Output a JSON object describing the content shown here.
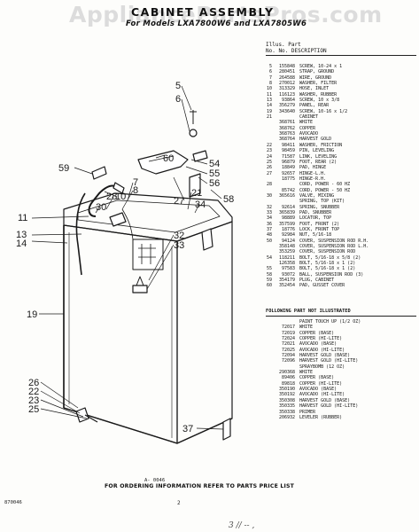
{
  "watermark": "AppliancePartsPros.com",
  "title": "CABINET ASSEMBLY",
  "subtitle": "For Models LXA7800W6 and LXA7805W6",
  "parts_header": {
    "line1": "Illus.  Part",
    "line2": "No.     No.     DESCRIPTION"
  },
  "parts": [
    {
      "illus": "5",
      "part": "155848",
      "desc": "SCREW, 10-24 x 1"
    },
    {
      "illus": "6",
      "part": "280451",
      "desc": "STRAP, GROUND"
    },
    {
      "illus": "7",
      "part": "264588",
      "desc": "WIRE, GROUND"
    },
    {
      "illus": "8",
      "part": "270012",
      "desc": "WASHER, FILTER"
    },
    {
      "illus": "10",
      "part": "313329",
      "desc": "HOSE, INLET"
    },
    {
      "illus": "11",
      "part": "116123",
      "desc": "WASHER, RUBBER"
    },
    {
      "illus": "13",
      "part": "93864",
      "desc": "SCREW, 10 x 3/8"
    },
    {
      "illus": "14",
      "part": "356279",
      "desc": "PANEL, REAR"
    },
    {
      "illus": "19",
      "part": "343640",
      "desc": "SCREW, 10-16 x 1/2"
    },
    {
      "illus": "21",
      "part": "",
      "desc": "CABINET"
    },
    {
      "illus": "",
      "part": "368761",
      "desc": "WHITE"
    },
    {
      "illus": "",
      "part": "368762",
      "desc": "COPPER"
    },
    {
      "illus": "",
      "part": "368763",
      "desc": "AVOCADO"
    },
    {
      "illus": "",
      "part": "368764",
      "desc": "HARVEST GOLD"
    },
    {
      "illus": "22",
      "part": "98411",
      "desc": "WASHER, FRICTION"
    },
    {
      "illus": "23",
      "part": "98459",
      "desc": "PIN, LEVELING"
    },
    {
      "illus": "24",
      "part": "71587",
      "desc": "LINK, LEVELING"
    },
    {
      "illus": "25",
      "part": "96879",
      "desc": "FOOT, REAR (2)"
    },
    {
      "illus": "26",
      "part": "18849",
      "desc": "PAD, HINGE"
    },
    {
      "illus": "27",
      "part": "92657",
      "desc": "HINGE-L.H."
    },
    {
      "illus": "",
      "part": "18775",
      "desc": "HINGE-R.H."
    },
    {
      "illus": "28",
      "part": "",
      "desc": "CORD, POWER - 60 HZ"
    },
    {
      "illus": "",
      "part": "85742",
      "desc": "CORD, POWER - 50 HZ"
    },
    {
      "illus": "30",
      "part": "365616",
      "desc": "VALVE, MIXING"
    },
    {
      "illus": "",
      "part": "",
      "desc": "SPRING, TOP (KIT)"
    },
    {
      "illus": "32",
      "part": "92614",
      "desc": "SPRING, SNUBBER"
    },
    {
      "illus": "33",
      "part": "365839",
      "desc": "PAD, SNUBBER"
    },
    {
      "illus": "34",
      "part": "98889",
      "desc": "LOCATOR, TOP"
    },
    {
      "illus": "36",
      "part": "357599",
      "desc": "FOOT, FRONT (2)"
    },
    {
      "illus": "37",
      "part": "18776",
      "desc": "LOCK, FRONT TOP"
    },
    {
      "illus": "48",
      "part": "92984",
      "desc": "NUT, 5/16-18"
    },
    {
      "illus": "50",
      "part": "94124",
      "desc": "COVER, SUSPENSION ROD R.H."
    },
    {
      "illus": "",
      "part": "358148",
      "desc": "COVER, SUSPENSION ROD L.H."
    },
    {
      "illus": "",
      "part": "353259",
      "desc": "COVER, SUSPENSION ROD"
    },
    {
      "illus": "54",
      "part": "118211",
      "desc": "BOLT, 5/16-18 x 5/8 (2)"
    },
    {
      "illus": "",
      "part": "126358",
      "desc": "BOLT, 5/16-18 x 1 (2)"
    },
    {
      "illus": "55",
      "part": "97583",
      "desc": "BOLT, 5/16-18 x 1 (2)"
    },
    {
      "illus": "58",
      "part": "93072",
      "desc": "BALL, SUSPENSION ROD (3)"
    },
    {
      "illus": "59",
      "part": "354179",
      "desc": "PLUG, CABINET"
    },
    {
      "illus": "60",
      "part": "352454",
      "desc": "PAD, GUSSET COVER"
    }
  ],
  "not_illustrated_header": "FOLLOWING PART NOT ILLUSTRATED",
  "parts_not_illustrated": [
    {
      "illus": "",
      "part": "",
      "desc": "PAINT TOUCH UP (1/2 OZ)"
    },
    {
      "illus": "",
      "part": "72017",
      "desc": "WHITE"
    },
    {
      "illus": "",
      "part": "72019",
      "desc": "COPPER (BASE)"
    },
    {
      "illus": "",
      "part": "72024",
      "desc": "COPPER (HI-LITE)"
    },
    {
      "illus": "",
      "part": "72021",
      "desc": "AVOCADO (BASE)"
    },
    {
      "illus": "",
      "part": "72025",
      "desc": "AVOCADO (HI-LITE)"
    },
    {
      "illus": "",
      "part": "72094",
      "desc": "HARVEST GOLD (BASE)"
    },
    {
      "illus": "",
      "part": "72096",
      "desc": "HARVEST GOLD (HI-LITE)"
    },
    {
      "illus": "",
      "part": "",
      "desc": "SPRAYBOMB (12 OZ)"
    },
    {
      "illus": "",
      "part": "290368",
      "desc": "WHITE"
    },
    {
      "illus": "",
      "part": "89406",
      "desc": "COPPER (BASE)"
    },
    {
      "illus": "",
      "part": "89818",
      "desc": "COPPER (HI-LITE)"
    },
    {
      "illus": "",
      "part": "350190",
      "desc": "AVOCADO (BASE)"
    },
    {
      "illus": "",
      "part": "350192",
      "desc": "AVOCADO (HI-LITE)"
    },
    {
      "illus": "",
      "part": "350308",
      "desc": "HARVEST GOLD (BASE)"
    },
    {
      "illus": "",
      "part": "350335",
      "desc": "HARVEST GOLD (HI-LITE)"
    },
    {
      "illus": "",
      "part": "350338",
      "desc": "PRIMER"
    },
    {
      "illus": "",
      "part": "206932",
      "desc": "LEVELER (RUBBER)"
    }
  ],
  "callouts": {
    "c5": "5",
    "c6": "6",
    "c59": "59",
    "c60": "60",
    "c54": "54",
    "c55": "55",
    "c56": "56",
    "c7": "7",
    "c8": "8",
    "c10": "10",
    "c28": "28",
    "c30": "30",
    "c27": "27",
    "c21": "21",
    "c34": "34",
    "c58": "58",
    "c11": "11",
    "c13": "13",
    "c14": "14",
    "c32": "32",
    "c33": "33",
    "c19": "19",
    "c26": "26",
    "c22": "22",
    "c23": "23",
    "c25": "25",
    "c37": "37"
  },
  "figure_id": "A- 0046",
  "footer_text": "FOR ORDERING INFORMATION REFER TO PARTS PRICE LIST",
  "doc_number": "870046",
  "page_number": "2",
  "bottom_scrawl": "3 // -- ,"
}
